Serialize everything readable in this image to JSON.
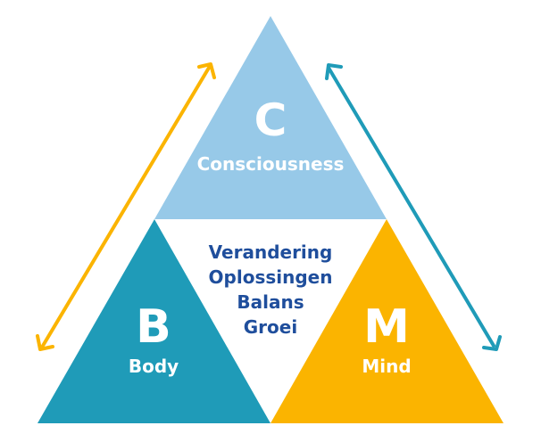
{
  "consciousness": {
    "letter": "C",
    "word": "Consciousness"
  },
  "body": {
    "letter": "B",
    "word": "Body"
  },
  "mind": {
    "letter": "M",
    "word": "Mind"
  },
  "center_words": [
    "Verandering",
    "Oplossingen",
    "Balans",
    "Groei"
  ],
  "colors": {
    "consciousness": "#97c9e8",
    "body": "#1f9bb8",
    "mind": "#fbb400",
    "center_text": "#1f4e9c",
    "left_arrow": "#fbb400",
    "right_arrow": "#1f9bb8",
    "outline": "#1f9bb8"
  }
}
